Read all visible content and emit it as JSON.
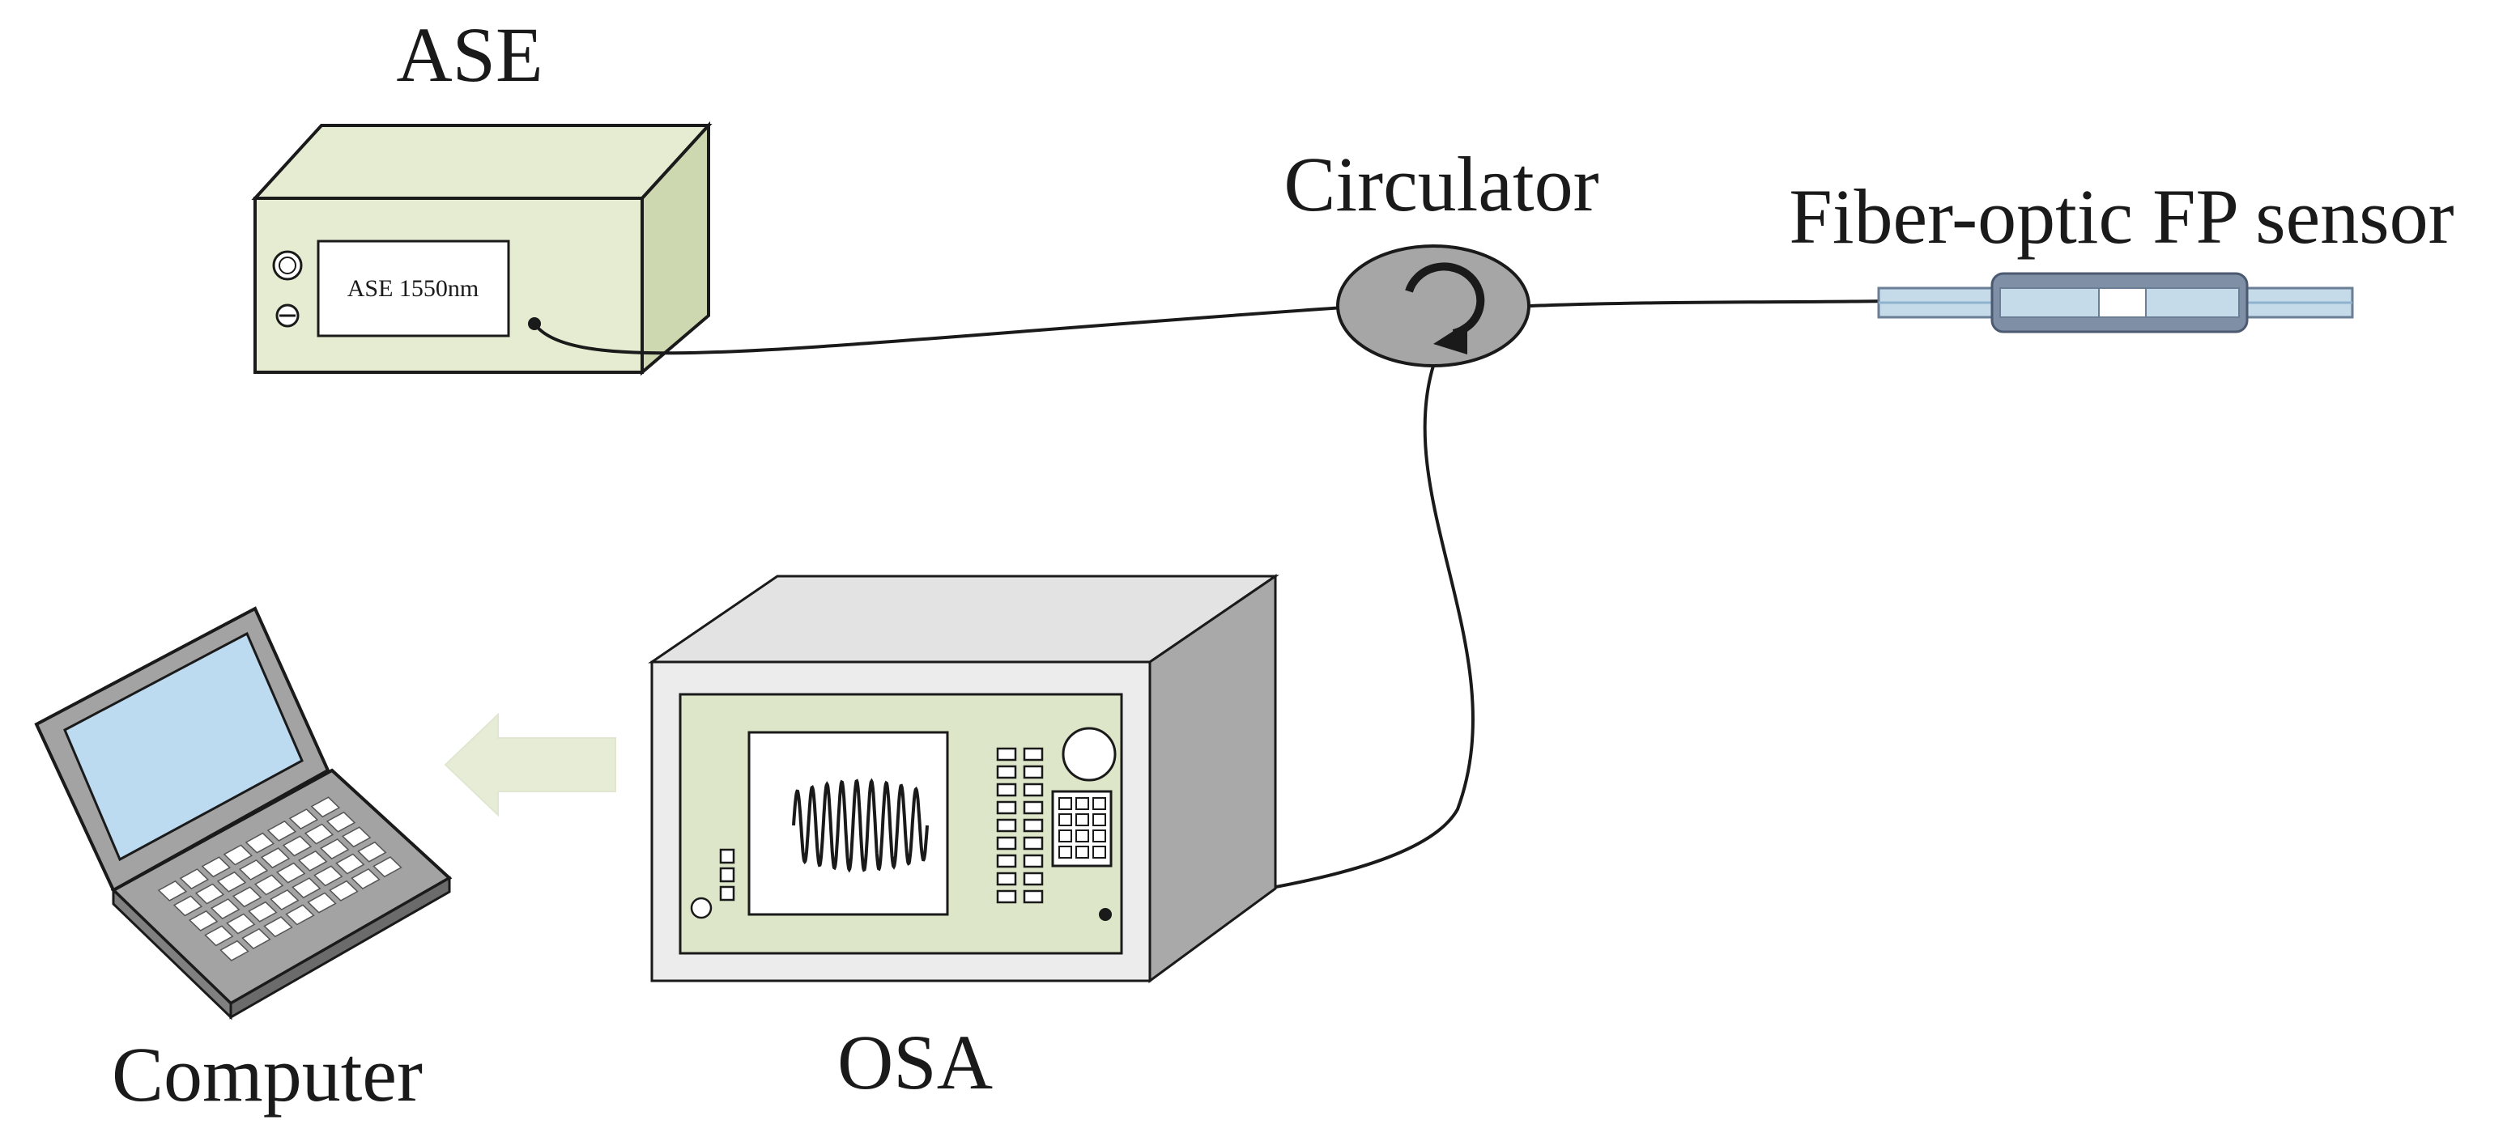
{
  "labels": {
    "ase": "ASE",
    "circulator": "Circulator",
    "sensor": "Fiber-optic FP sensor",
    "osa": "OSA",
    "computer": "Computer"
  },
  "ase_display_text": "ASE 1550nm",
  "colors": {
    "ase_body": "#e6ecd2",
    "ase_body_shade": "#cdd8b0",
    "circulator_fill": "#a6a6a6",
    "osa_body": "#ececec",
    "osa_side": "#a9a9a9",
    "osa_panel": "#dde6c8",
    "arrow_fill": "#e6ecd6",
    "laptop_screen": "#bcdaf0",
    "sensor_tube": "#7f8fa6",
    "sensor_fiber": "#c6dbea",
    "line": "#1a1a1a"
  },
  "icons": [
    "circular-arrow-icon",
    "knob-icon",
    "keypad-icon",
    "sine-wave-icon"
  ]
}
